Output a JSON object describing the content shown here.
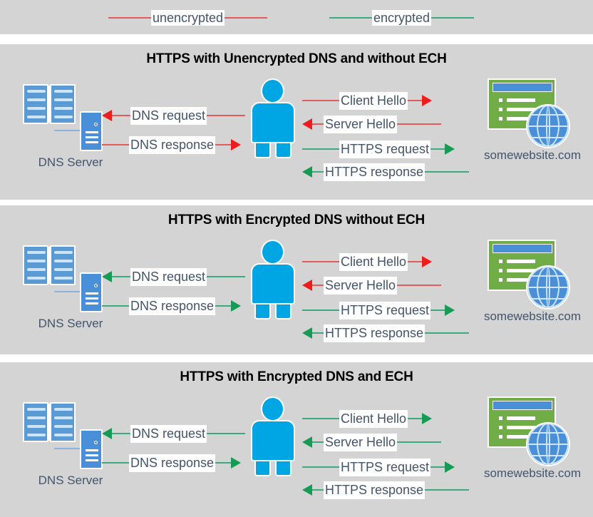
{
  "legend": {
    "items": [
      {
        "label": "unencrypted",
        "color": "#e05c5c",
        "name": "legend-unencrypted"
      },
      {
        "label": "encrypted",
        "color": "#3da97f",
        "name": "legend-encrypted"
      }
    ]
  },
  "colors": {
    "unencrypted_line": "#e05c5c",
    "unencrypted_head": "#ee1c1c",
    "encrypted_line": "#3da97f",
    "encrypted_head": "#169b54",
    "panel_background": "#d4d4d4",
    "label_text": "#44546a",
    "person": "#00a5e3",
    "website_window": "#70ad47",
    "globe": "#4a90d9",
    "book": "#5b9bd5",
    "title_text": "#000000"
  },
  "nodes": {
    "dns_server_label": "DNS Server",
    "website_label": "somewebsite.com"
  },
  "panels": [
    {
      "id": "panel-1",
      "title": "HTTPS with Unencrypted DNS and without ECH",
      "left_flows": [
        {
          "label": "DNS request",
          "direction": "left",
          "encrypted": false
        },
        {
          "label": "DNS response",
          "direction": "right",
          "encrypted": false
        }
      ],
      "right_flows": [
        {
          "label": "Client Hello",
          "direction": "right",
          "encrypted": false
        },
        {
          "label": "Server Hello",
          "direction": "left",
          "encrypted": false
        },
        {
          "label": "HTTPS request",
          "direction": "right",
          "encrypted": true
        },
        {
          "label": "HTTPS response",
          "direction": "left",
          "encrypted": true
        }
      ]
    },
    {
      "id": "panel-2",
      "title": "HTTPS with Encrypted DNS without ECH",
      "left_flows": [
        {
          "label": "DNS request",
          "direction": "left",
          "encrypted": true
        },
        {
          "label": "DNS response",
          "direction": "right",
          "encrypted": true
        }
      ],
      "right_flows": [
        {
          "label": "Client Hello",
          "direction": "right",
          "encrypted": false
        },
        {
          "label": "Server Hello",
          "direction": "left",
          "encrypted": false
        },
        {
          "label": "HTTPS request",
          "direction": "right",
          "encrypted": true
        },
        {
          "label": "HTTPS response",
          "direction": "left",
          "encrypted": true
        }
      ]
    },
    {
      "id": "panel-3",
      "title": "HTTPS with Encrypted DNS and ECH",
      "left_flows": [
        {
          "label": "DNS request",
          "direction": "left",
          "encrypted": true
        },
        {
          "label": "DNS response",
          "direction": "right",
          "encrypted": true
        }
      ],
      "right_flows": [
        {
          "label": "Client Hello",
          "direction": "right",
          "encrypted": true
        },
        {
          "label": "Server Hello",
          "direction": "left",
          "encrypted": true
        },
        {
          "label": "HTTPS request",
          "direction": "right",
          "encrypted": true
        },
        {
          "label": "HTTPS response",
          "direction": "left",
          "encrypted": true
        }
      ]
    }
  ]
}
